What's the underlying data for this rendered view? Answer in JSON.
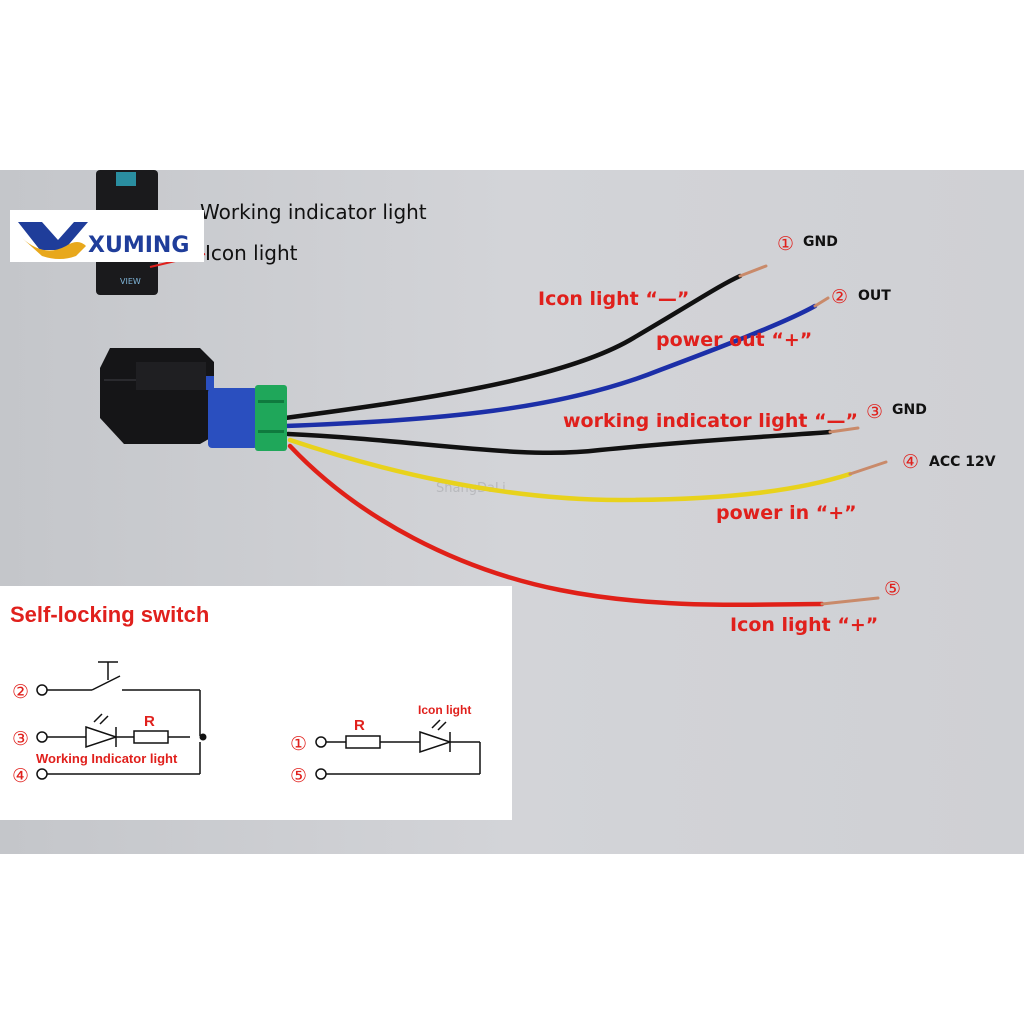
{
  "logo": {
    "text": "XUMING",
    "colors": {
      "blue": "#1f3d9a",
      "gold": "#e8a81c"
    }
  },
  "inset": {
    "line1": "Working indicator light",
    "line2": "Icon light",
    "switch_label": "VIEW"
  },
  "watermark": "ShangDaLi",
  "wires": [
    {
      "num": "①",
      "tag": "GND",
      "label": "Icon light  “—”",
      "color": "#111111"
    },
    {
      "num": "②",
      "tag": "OUT",
      "label": "power out  “+”",
      "color": "#1c2fa8"
    },
    {
      "num": "③",
      "tag": "GND",
      "label": "working indicator light  “—”",
      "color": "#111111"
    },
    {
      "num": "④",
      "tag": "ACC 12V",
      "label": "power in  “+”",
      "color": "#e8d21c"
    },
    {
      "num": "⑤",
      "tag": "",
      "label": "Icon light  “+”",
      "color": "#e02018"
    }
  ],
  "schematic": {
    "title": "Self-locking switch",
    "left": {
      "terminals": [
        "②",
        "③",
        "④"
      ],
      "resistor": "R",
      "caption": "Working Indicator light"
    },
    "right": {
      "terminals": [
        "①",
        "⑤"
      ],
      "resistor": "R",
      "caption": "Icon light"
    }
  },
  "colors": {
    "background": "#cfd0d4",
    "label_red": "#e0201c",
    "connector_blue": "#2a4fbf",
    "connector_green": "#1fa75a"
  }
}
